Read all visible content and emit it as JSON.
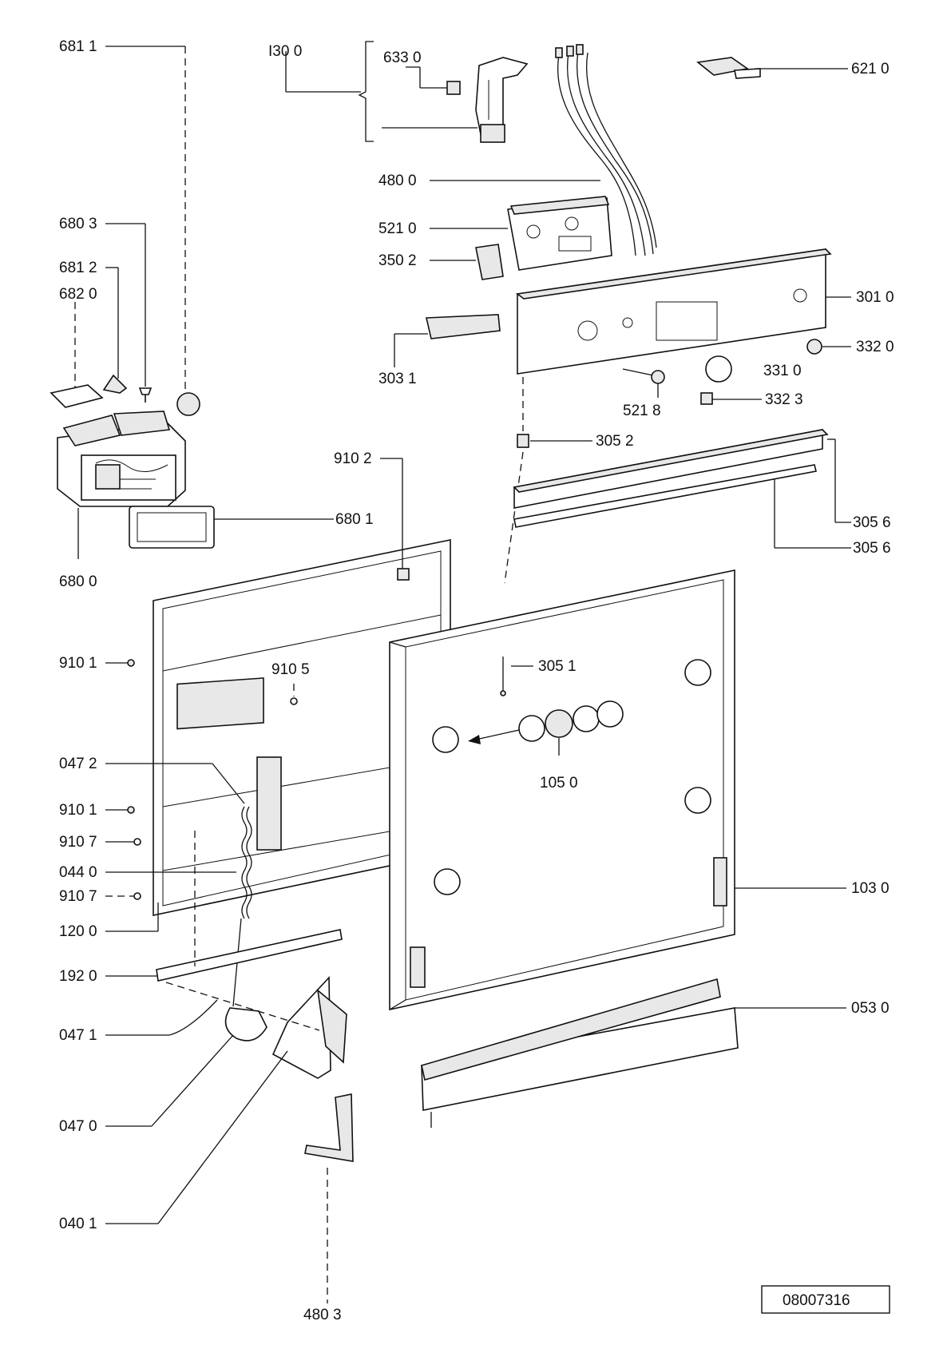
{
  "diagram": {
    "reference_number": "08007316",
    "labels": [
      {
        "id": "p-681-1",
        "text": "681 1"
      },
      {
        "id": "p-130-0",
        "text": "I30 0"
      },
      {
        "id": "p-633-0",
        "text": "633 0"
      },
      {
        "id": "p-621-0",
        "text": "621 0"
      },
      {
        "id": "p-480-0",
        "text": "480 0"
      },
      {
        "id": "p-521-0",
        "text": "521 0"
      },
      {
        "id": "p-350-2",
        "text": "350 2"
      },
      {
        "id": "p-680-3",
        "text": "680 3"
      },
      {
        "id": "p-681-2",
        "text": "681 2"
      },
      {
        "id": "p-682-0",
        "text": "682 0"
      },
      {
        "id": "p-301-0",
        "text": "301 0"
      },
      {
        "id": "p-332-0",
        "text": "332 0"
      },
      {
        "id": "p-303-1",
        "text": "303 1"
      },
      {
        "id": "p-331-0",
        "text": "331 0"
      },
      {
        "id": "p-521-8",
        "text": "521 8"
      },
      {
        "id": "p-332-3",
        "text": "332 3"
      },
      {
        "id": "p-305-2",
        "text": "305 2"
      },
      {
        "id": "p-910-2",
        "text": "910 2"
      },
      {
        "id": "p-680-1",
        "text": "680 1"
      },
      {
        "id": "p-305-6a",
        "text": "305 6"
      },
      {
        "id": "p-305-6b",
        "text": "305 6"
      },
      {
        "id": "p-680-0",
        "text": "680 0"
      },
      {
        "id": "p-910-1a",
        "text": "910 1"
      },
      {
        "id": "p-910-5",
        "text": "910 5"
      },
      {
        "id": "p-305-1",
        "text": "305 1"
      },
      {
        "id": "p-047-2",
        "text": "047 2"
      },
      {
        "id": "p-105-0",
        "text": "105 0"
      },
      {
        "id": "p-910-1b",
        "text": "910 1"
      },
      {
        "id": "p-910-7a",
        "text": "910 7"
      },
      {
        "id": "p-044-0",
        "text": "044 0"
      },
      {
        "id": "p-910-7b",
        "text": "910 7"
      },
      {
        "id": "p-103-0",
        "text": "103 0"
      },
      {
        "id": "p-120-0",
        "text": "120 0"
      },
      {
        "id": "p-192-0",
        "text": "192 0"
      },
      {
        "id": "p-053-0",
        "text": "053 0"
      },
      {
        "id": "p-047-1",
        "text": "047 1"
      },
      {
        "id": "p-047-0",
        "text": "047 0"
      },
      {
        "id": "p-040-1",
        "text": "040 1"
      },
      {
        "id": "p-480-3",
        "text": "480 3"
      }
    ]
  }
}
